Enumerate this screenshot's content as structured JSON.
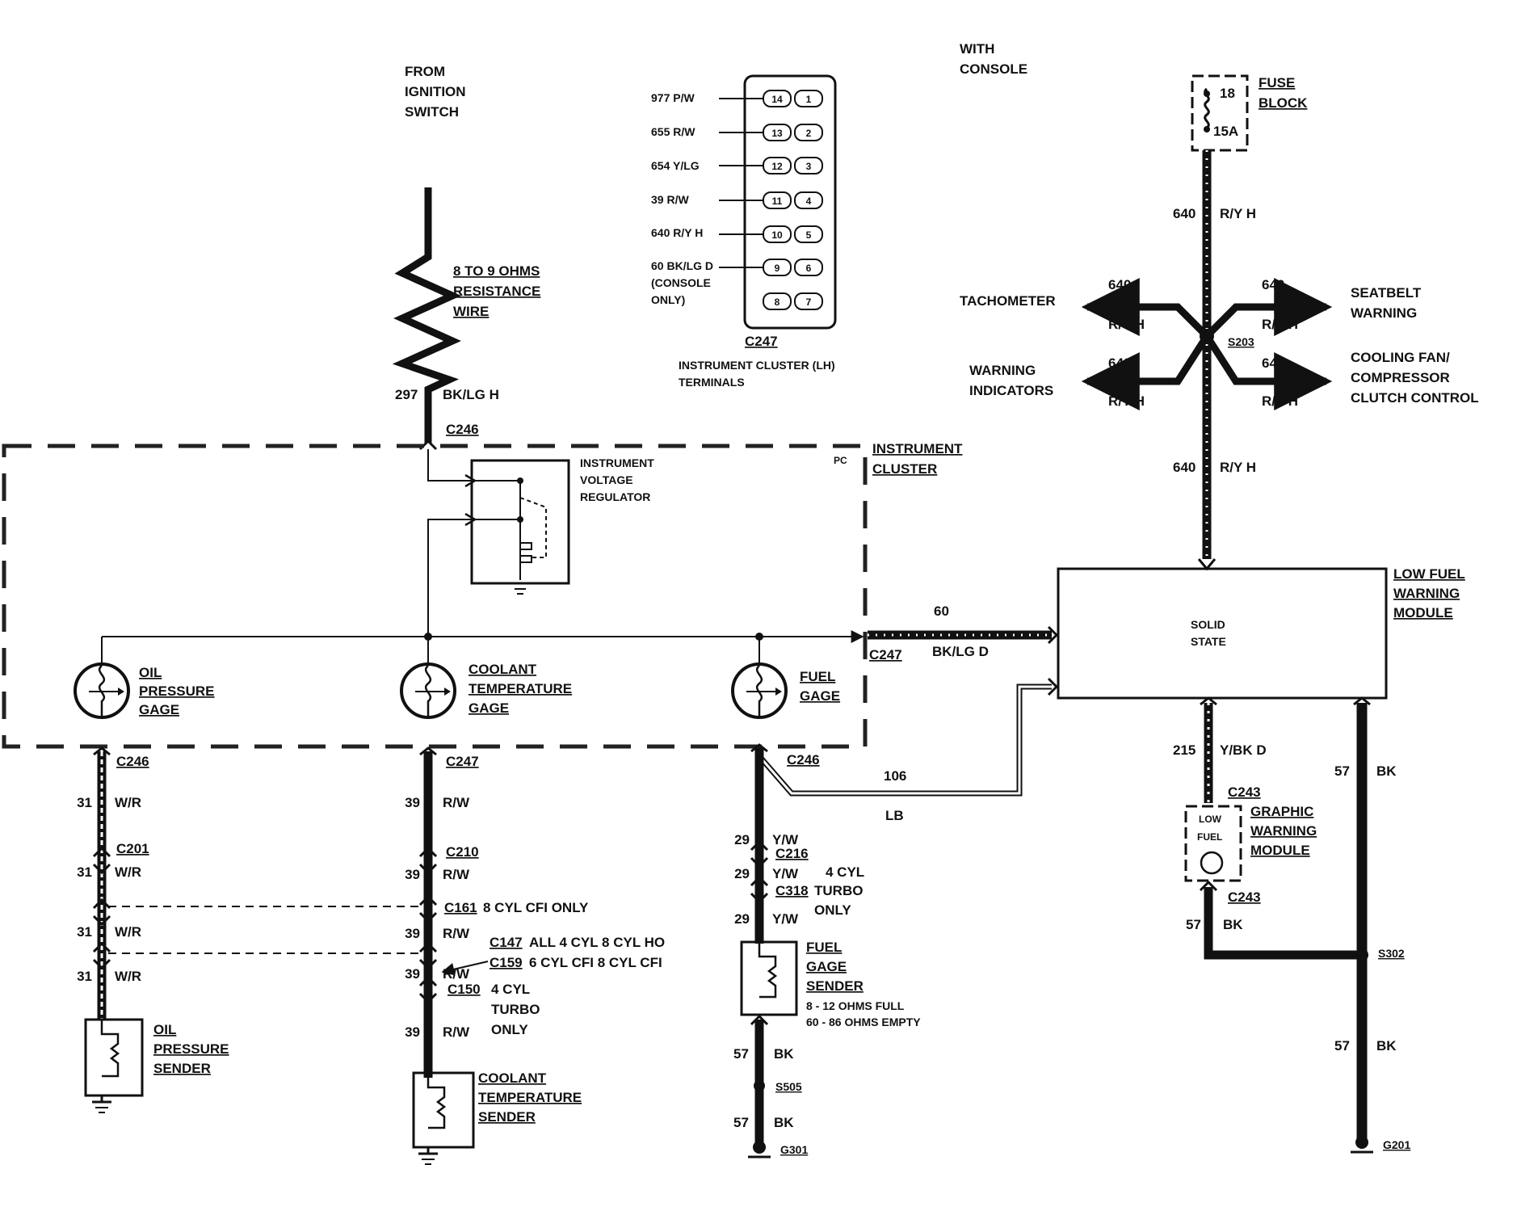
{
  "ignition": {
    "from": "FROM",
    "ignition": "IGNITION",
    "switch": "SWITCH"
  },
  "resistance": {
    "line1": "8 TO 9 OHMS",
    "line2": "RESISTANCE",
    "line3": "WIRE"
  },
  "wire297": {
    "num": "297",
    "color": "BK/LG H"
  },
  "connectors": {
    "c246_top": "C246",
    "c246_oil": "C246",
    "c247_cool": "C247",
    "c246_fuel": "C246",
    "c247_mid": "C247",
    "c201": "C201",
    "c210": "C210",
    "c161": "C161",
    "c161_note": "8 CYL CFI ONLY",
    "c147": "C147",
    "c147_note": "ALL 4 CYL 8 CYL HO",
    "c159": "C159",
    "c159_note": "6 CYL CFI 8 CYL CFI",
    "c150": "C150",
    "c150_a": "4 CYL",
    "c150_b": "TURBO",
    "c150_c": "ONLY",
    "c216": "C216",
    "c318": "C318",
    "c318_a": "4 CYL",
    "c318_b": "TURBO",
    "c318_c": "ONLY",
    "c243_top": "C243",
    "c243_bot": "C243",
    "s505": "S505",
    "g301": "G301",
    "s302": "S302",
    "g201": "G201",
    "s203": "S203"
  },
  "c247_terminals": {
    "title": "C247",
    "caption1": "INSTRUMENT CLUSTER (LH)",
    "caption2": "TERMINALS",
    "labels": [
      "977 P/W",
      "655 R/W",
      "654 Y/LG",
      "39 R/W",
      "640 R/Y H",
      "60 BK/LG D",
      "(CONSOLE",
      "ONLY)"
    ],
    "left_pins": [
      "14",
      "13",
      "12",
      "11",
      "10",
      "9",
      "8"
    ],
    "right_pins": [
      "1",
      "2",
      "3",
      "4",
      "5",
      "6",
      "7"
    ]
  },
  "console": {
    "line1": "WITH",
    "line2": "CONSOLE"
  },
  "fuse": {
    "num": "18",
    "amps": "15A",
    "label1": "FUSE",
    "label2": "BLOCK"
  },
  "wire640": {
    "num": "640",
    "color": "R/Y H"
  },
  "branches": {
    "tach": "TACHOMETER",
    "seat1": "SEATBELT",
    "seat2": "WARNING",
    "warn1": "WARNING",
    "warn2": "INDICATORS",
    "cool1": "COOLING FAN/",
    "cool2": "COMPRESSOR",
    "cool3": "CLUTCH CONTROL"
  },
  "cluster": {
    "line1": "INSTRUMENT",
    "line2": "CLUSTER",
    "pc": "PC"
  },
  "regulator": {
    "line1": "INSTRUMENT",
    "line2": "VOLTAGE",
    "line3": "REGULATOR"
  },
  "gauges": {
    "oil": [
      "OIL",
      "PRESSURE",
      "GAGE"
    ],
    "coolant": [
      "COOLANT",
      "TEMPERATURE",
      "GAGE"
    ],
    "fuel": [
      "FUEL",
      "GAGE"
    ]
  },
  "wire60": {
    "num": "60",
    "color": "BK/LG D"
  },
  "module": {
    "label1": "LOW FUEL",
    "label2": "WARNING",
    "label3": "MODULE",
    "inner1": "SOLID",
    "inner2": "STATE"
  },
  "wire106": {
    "num": "106",
    "color": "LB"
  },
  "wire215": {
    "num": "215",
    "color": "Y/BK D"
  },
  "graphic": {
    "in1": "LOW",
    "in2": "FUEL",
    "label1": "GRAPHIC",
    "label2": "WARNING",
    "label3": "MODULE"
  },
  "wire57": {
    "num": "57",
    "color": "BK"
  },
  "wire31": {
    "num": "31",
    "color": "W/R"
  },
  "wire39": {
    "num": "39",
    "color": "R/W"
  },
  "wire29": {
    "num": "29",
    "color": "Y/W"
  },
  "senders": {
    "oil": [
      "OIL",
      "PRESSURE",
      "SENDER"
    ],
    "coolant": [
      "COOLANT",
      "TEMPERATURE",
      "SENDER"
    ],
    "fuel": [
      "FUEL",
      "GAGE",
      "SENDER"
    ],
    "fuel_spec1": "8 - 12 OHMS FULL",
    "fuel_spec2": "60 - 86 OHMS EMPTY"
  }
}
